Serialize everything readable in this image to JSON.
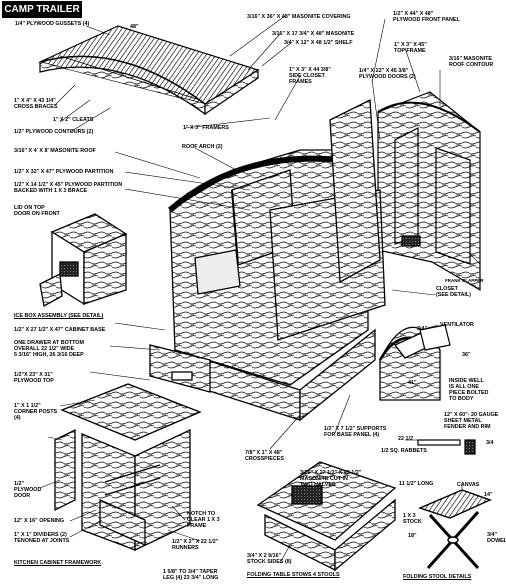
{
  "title": "CAMP TRAILER",
  "labels": {
    "gussets": "1/4\" PLYWOOD GUSSETS (4)",
    "dim48": "48\"",
    "masonite_cover": "3/16\" X 36\" X 48\" MASONITE COVERING",
    "masonite_strip": "3/16\" X 17 3/4\" X 48\" MASONITE",
    "shelf": "3/4\" X 12\" X 48 1/2\" SHELF",
    "side_closet": "1\" X 3\" X 44 3/8\"\nSIDE CLOSET\nFRAMES",
    "front_panel": "1/2\" X 44\" X 48\"\nPLYWOOD FRONT PANEL",
    "top_frame": "1\" X 3\" X 45\"\nTOP FRAME",
    "ply_doors": "1/4\" X 22\" X 45 3/8\"\nPLYWOOD DOORS (2)",
    "masonite_contour": "3/16\" MASONITE\nROOF CONTOUR",
    "cross_braces": "1\" X 4\" X 43 1/4\"\nCROSS BRACES",
    "cleats": "1\" X 2\" CLEATS",
    "ply_contours": "1/2\" PLYWOOD CONTOURS (2)",
    "framers": "1\" X 3\" FRAMERS",
    "roof_arch": "ROOF ARCH (2)",
    "masonite_roof": "3/16\" X 4' X 8' MASONITE ROOF",
    "partition": "1/2\" X 32\" X 47\" PLYWOOD PARTITION",
    "partition2": "1/2\" X 14 1/2\" X 45\" PLYWOOD PARTITION\nBACKED WITH 1 X 3 BRACE",
    "lid": "LID ON TOP\nDOOR ON FRONT",
    "frank_credit": "FRANK CLAPPER",
    "closet": "CLOSET\n(SEE DETAIL)",
    "ventilator": "VENTILATOR",
    "icebox": "ICE BOX ASSEMBLY (SEE DETAIL)",
    "cabinet_base": "1/2\" X 27 1/2\" X 47\" CABINET BASE",
    "drawer": "ONE DRAWER AT BOTTOM\nOVERALL 22 1/2\" WIDE\n5 3/16\" HIGH, 26 3/16 DEEP",
    "ply_top": "1/2\"X 23\" X 31\"\nPLYWOOD TOP",
    "corner_posts": "1\" X 1 1/2\"\nCORNER POSTS\n(4)",
    "ply_door": "1/2\"\nPLYWOOD\nDOOR",
    "opening": "12\" X 16\" OPENING",
    "dividers": "1\" X 1\" DIVIDERS (2)\nTENONED AT JOINTS",
    "kitchen": "KITCHEN CABINET FRAMEWORK",
    "notch": "NOTCH TO\nCLEAR 1 X 3\nFRAME",
    "runners": "1/2\" X 2\" X 22 1/2\"\nRUNNERS",
    "crosspieces": "7/8\" X 1\" X 48\"\nCROSSPIECES",
    "supports": "1/2\" X 7 1/2\" SUPPORTS\nFOR BASE PANEL (4)",
    "rabbets": "1/2 SQ. RABBETS",
    "masonite_cut": "3/16\" X 27 1/2\" X 43 1/2\"\nMASONITE CUT IN\nTWO HALVES",
    "inside_well": "INSIDE WELL\nIS ALL ONE\nPIECE BOLTED\nTO BODY",
    "fender": "12\" X 60\"- 20 GAUGE\nSHEET METAL\nFENDER AND RIM",
    "dim225": "22 1/2",
    "dim41": "41\"",
    "dim36": "36\"",
    "dim34a": "3/4\"",
    "dim34b": "3/4",
    "canvas": "CANVAS",
    "long11": "11 1/2\" LONG",
    "dim14": "14\"",
    "stock1x3": "1 X 3\nSTOCK",
    "dim18": "18\"",
    "dowel": "3/4\"\nDOWEL",
    "taper": "1 5/8\" TO 3/4\" TAPER\nLEG (4) 23 3/4\" LONG",
    "stock_sides": "3/4\" X 2 9/16\"\nSTOCK SIDES (8)",
    "folding_table": "FOLDING TABLE STOWS 4 STOOLS",
    "stool_details": "FOLDING STOOL DETAILS"
  }
}
